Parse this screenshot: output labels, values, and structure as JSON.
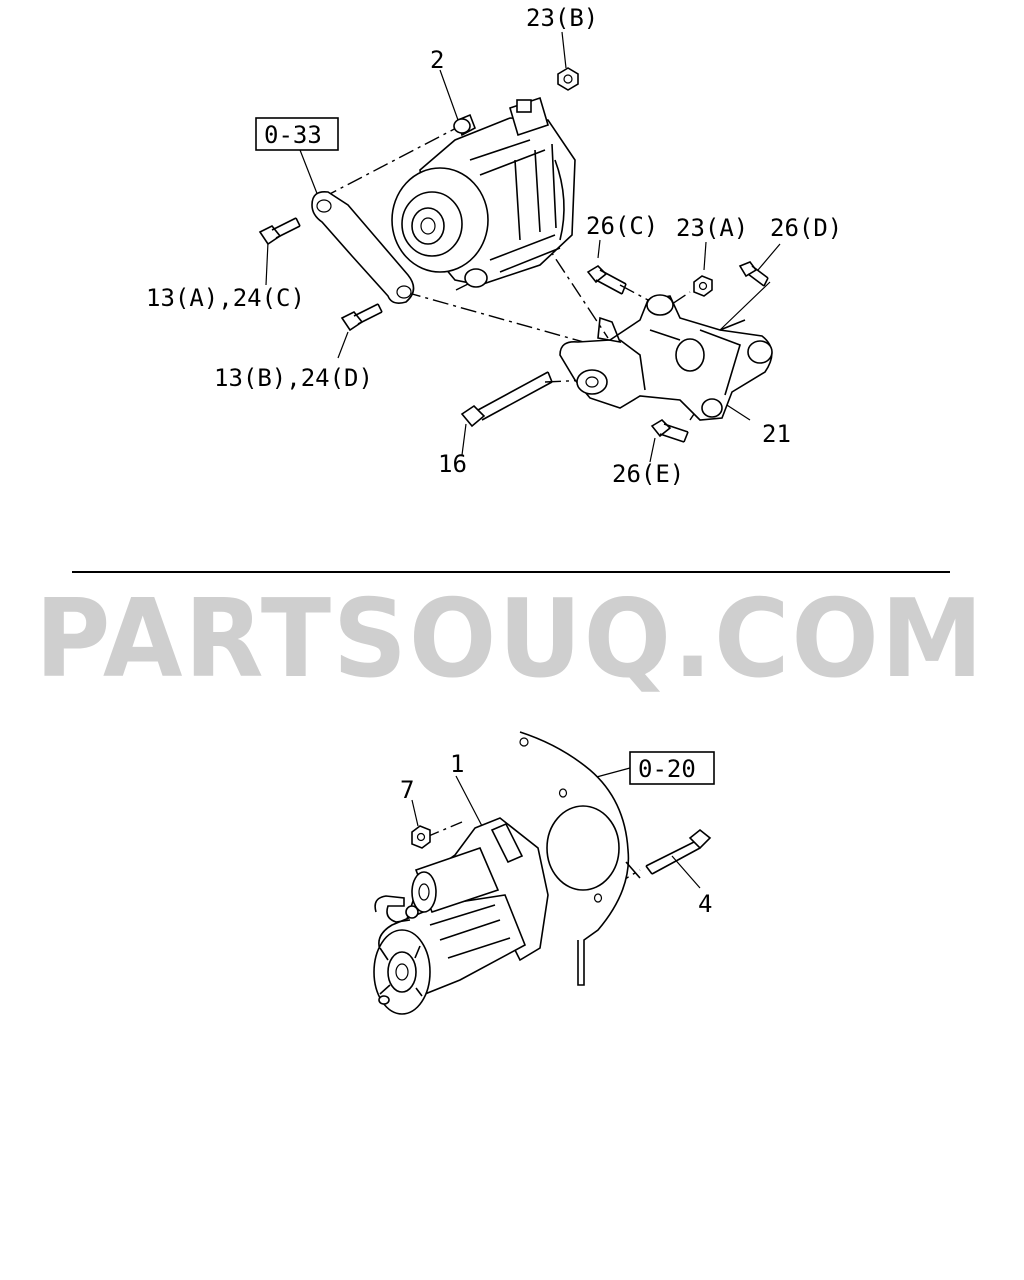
{
  "watermark": "PARTSOUQ.COM",
  "labels": {
    "p23b": "23(B)",
    "p2": "2",
    "ref033": "0-33",
    "p26c": "26(C)",
    "p23a": "23(A)",
    "p26d": "26(D)",
    "p13a24c": "13(A),24(C)",
    "p13b24d": "13(B),24(D)",
    "p21": "21",
    "p16": "16",
    "p26e": "26(E)",
    "p1": "1",
    "p7": "7",
    "ref020": "0-20",
    "p4": "4"
  }
}
